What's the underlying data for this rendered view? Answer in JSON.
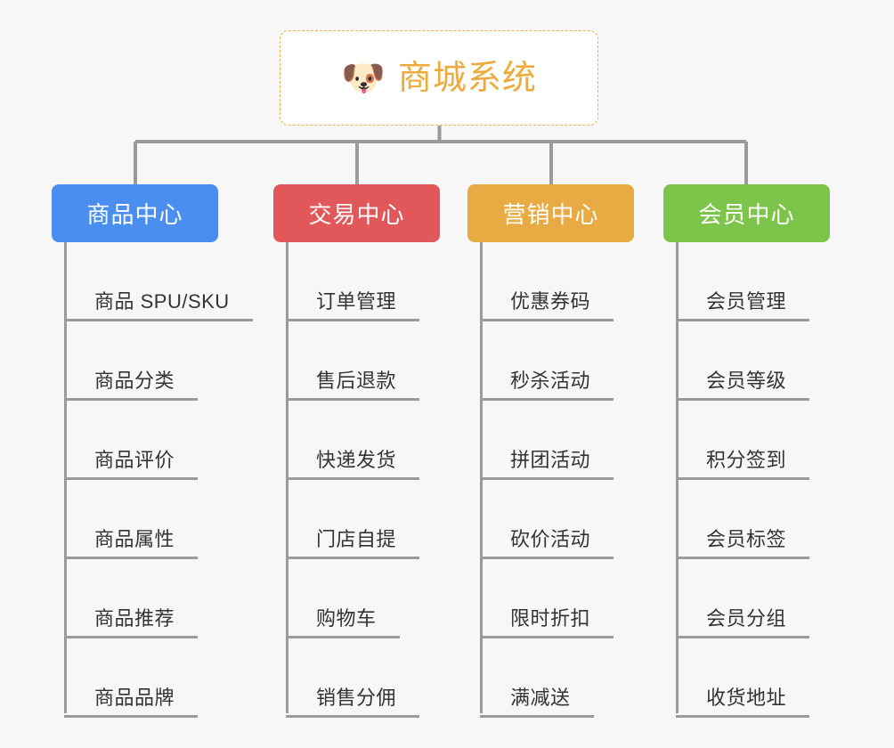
{
  "page": {
    "background_color": "#f7f7f7",
    "line_color": "#9a9a9a",
    "leaf_text_color": "#333333"
  },
  "root": {
    "icon": "dog-face-emoji",
    "icon_glyph": "🐶",
    "title": "商城系统",
    "title_color": "#edab3b",
    "border_color": "#edb04a",
    "background_color": "#ffffff"
  },
  "columns": [
    {
      "id": "product-center",
      "title": "商品中心",
      "color": "#4a8ef0",
      "items": [
        "商品 SPU/SKU",
        "商品分类",
        "商品评价",
        "商品属性",
        "商品推荐",
        "商品品牌"
      ]
    },
    {
      "id": "trade-center",
      "title": "交易中心",
      "color": "#e2585a",
      "items": [
        "订单管理",
        "售后退款",
        "快递发货",
        "门店自提",
        "购物车",
        "销售分佣"
      ]
    },
    {
      "id": "marketing-center",
      "title": "营销中心",
      "color": "#e8aa42",
      "items": [
        "优惠券码",
        "秒杀活动",
        "拼团活动",
        "砍价活动",
        "限时折扣",
        "满减送"
      ]
    },
    {
      "id": "member-center",
      "title": "会员中心",
      "color": "#7dc44b",
      "items": [
        "会员管理",
        "会员等级",
        "积分签到",
        "会员标签",
        "会员分组",
        "收货地址"
      ]
    }
  ]
}
